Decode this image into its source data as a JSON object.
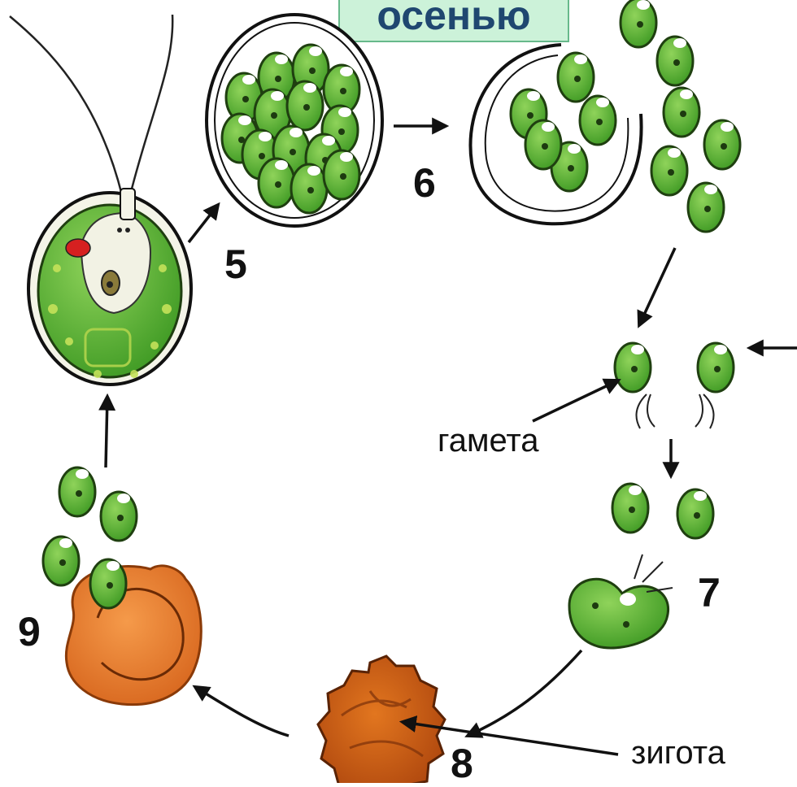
{
  "title": "осенью",
  "stages": {
    "s5": "5",
    "s6": "6",
    "s7": "7",
    "s8": "8",
    "s9": "9"
  },
  "labels": {
    "gamete": "гамета",
    "zygote": "зигота"
  },
  "colors": {
    "cell_green": "#5cb531",
    "cell_dark": "#2b6a1a",
    "zygote_orange": "#e8792c",
    "title_bg": "#ccf2d9",
    "title_text": "#1f4770"
  }
}
